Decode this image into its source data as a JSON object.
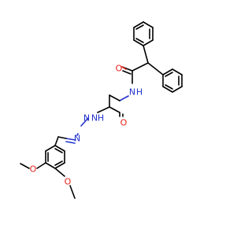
{
  "molecule": {
    "atoms": {
      "o_amide_top": "O",
      "n_amide_top": "N",
      "h_amide_top": "H",
      "o_hydrazide": "O",
      "n_hydrazide_1": "N",
      "n_hydrazide_2": "N",
      "h_hydrazide": "H",
      "n_imine": "N",
      "o_methoxy_1": "O",
      "o_methoxy_2": "O"
    }
  },
  "colors": {
    "carbon_bond": "#000000",
    "oxygen": "#e5201c",
    "nitrogen": "#2233cc"
  }
}
